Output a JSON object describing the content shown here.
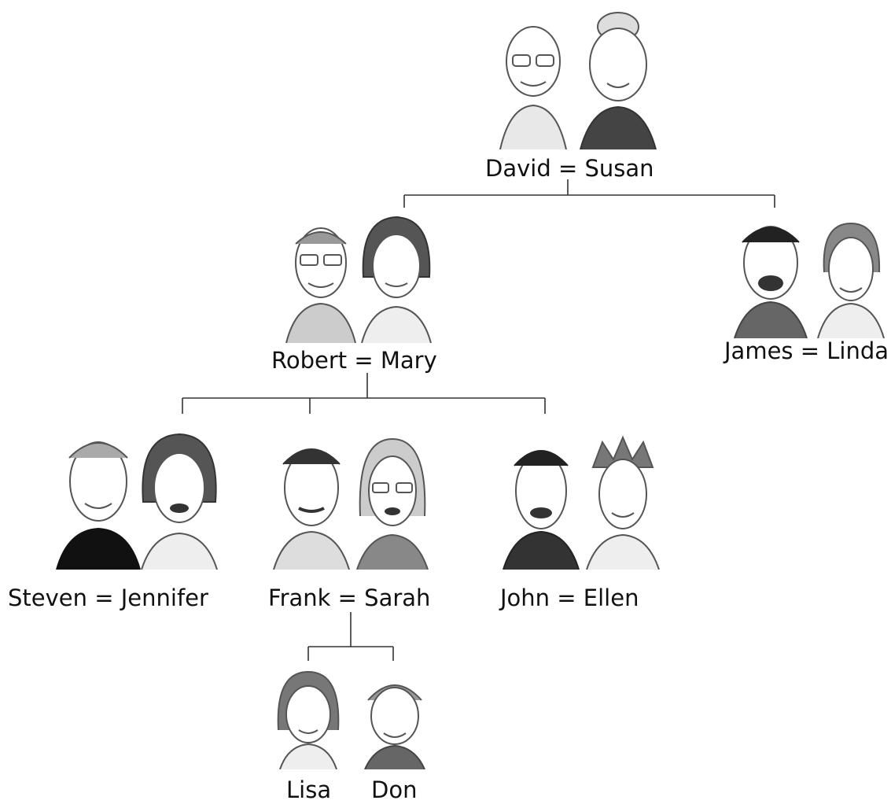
{
  "couples": {
    "grandparents": "David = Susan",
    "robert_mary": "Robert = Mary",
    "james_linda": "James = Linda",
    "steven_jennifer": "Steven = Jennifer",
    "frank_sarah": "Frank = Sarah",
    "john_ellen": "John = Ellen"
  },
  "children": {
    "lisa": "Lisa",
    "don": "Don"
  },
  "colors": {
    "ink": "#111111",
    "line": "#333333",
    "sketch": "#555555"
  }
}
